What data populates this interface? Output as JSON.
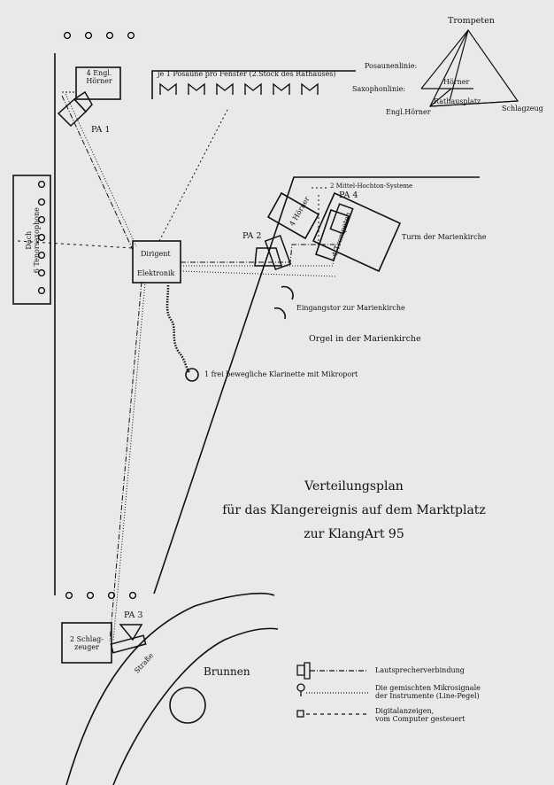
{
  "triangle": {
    "top": "Trompeten",
    "posaunenlinie": "Posaunenlinie:",
    "saxophonlinie": "Saxophonlinie:",
    "hoerner": "Hörner",
    "rathausplatz": "Rathausplatz",
    "engl_hoerner": "Engl.Hörner",
    "schlagzeug": "Schlagzeug"
  },
  "labels": {
    "engl_hoerner_box": [
      "4 Engl.",
      "Hörner"
    ],
    "posaune": "je 1 Posaune pro Fenster (2.Stock des Rathauses)",
    "pa1": "PA 1",
    "pa2": "PA 2",
    "pa3": "PA 3",
    "pa4": "PA 4",
    "dach": [
      "Dach",
      "6 Tenorsaxophone"
    ],
    "dirigent": "Dirigent",
    "elektronik": "Elektronik",
    "mittelhochton": "2 Mittel-Hochton-Systeme",
    "vier_hoerner": "4 Hörner",
    "vier_trompeten": "4 Trompeten",
    "turm": "Turm der Marienkirche",
    "eingangstor": "Eingangstor zur Marienkirche",
    "orgel": "Orgel in der Marienkirche",
    "klarinette": "1 frei bewegliche Klarinette mit Mikroport",
    "schlagzeuger": [
      "2 Schlag-",
      "zeuger"
    ],
    "strasse": "Straße",
    "brunnen": "Brunnen"
  },
  "title": {
    "line1": "Verteilungsplan",
    "line2": "für das Klangereignis auf dem Marktplatz",
    "line3": "zur KlangArt 95"
  },
  "legend": {
    "item1": "Lautsprecherverbindung",
    "item2": [
      "Die gemischten Mikrosignale",
      "der Instrumente (Line-Pegel)"
    ],
    "item3": [
      "Digitalanzeigen,",
      "vom Computer gesteuert"
    ]
  }
}
